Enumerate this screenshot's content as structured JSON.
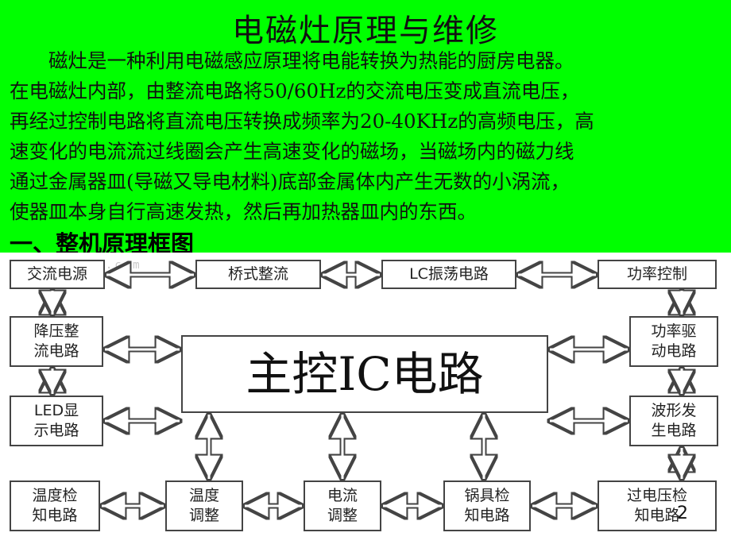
{
  "title": "电磁灶原理与维修",
  "paragraph": [
    "　　磁灶是一种利用电磁感应原理将电能转换为热能的厨房电器。",
    "在电磁灶内部，由整流电路将50/60Hz的交流电压变成直流电压，",
    "再经过控制电路将直流电压转换成频率为20-40KHz的高频电压，高",
    "速变化的电流流过线圈会产生高速变化的磁场，当磁场内的磁力线",
    "通过金属器皿(导磁又导电材料)底部金属体内产生无数的小涡流，",
    "使器皿本身自行高速发热，然后再加热器皿内的东西。"
  ],
  "section_heading": "一、整机原理框图",
  "watermark": "www.dnzxw.com",
  "diagram": {
    "main": "主控IC电路",
    "top_row": [
      "交流电源",
      "桥式整流",
      "LC振荡电路",
      "功率控制"
    ],
    "left_col": [
      "降压整\n流电路",
      "LED显\n示电路"
    ],
    "right_col": [
      "功率驱\n动电路",
      "波形发\n生电路"
    ],
    "bottom_row": [
      "温度检\n知电路",
      "温度\n调整",
      "电流\n调整",
      "锅具检\n知电路",
      "过电压检\n知电路"
    ]
  },
  "page_number": "2"
}
